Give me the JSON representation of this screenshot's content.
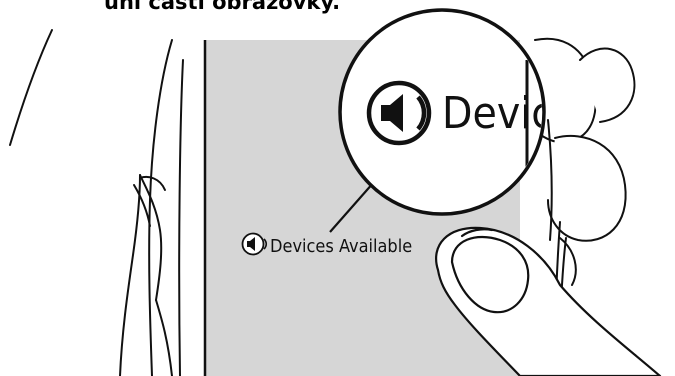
{
  "caption": {
    "text": "uní části obrazovky."
  },
  "screen": {
    "label": "Devices Available",
    "icon": "speaker-icon",
    "background_color": "#d6d6d6"
  },
  "magnifier": {
    "label": "Devic",
    "icon": "speaker-icon"
  }
}
